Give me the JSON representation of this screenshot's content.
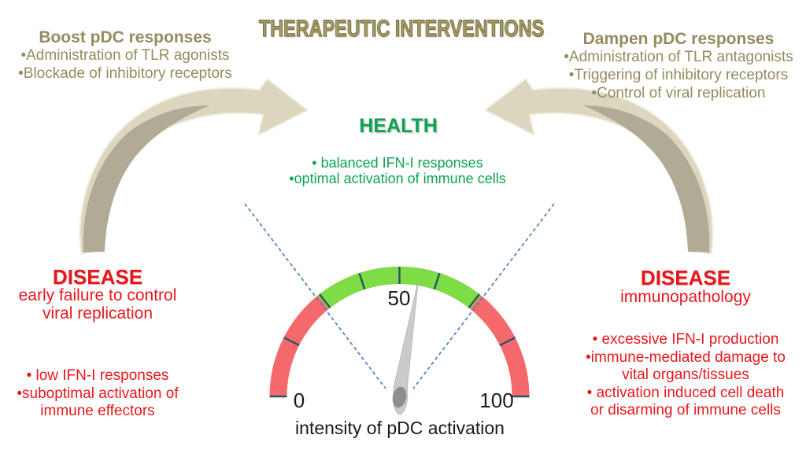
{
  "title": "THERAPEUTIC INTERVENTIONS",
  "boost": {
    "heading": "Boost pDC responses",
    "lines": [
      "•Administration of TLR agonists",
      "•Blockade of inhibitory receptors"
    ]
  },
  "dampen": {
    "heading": "Dampen pDC responses",
    "lines": [
      "•Administration of TLR antagonists",
      "•Triggering of inhibitory receptors",
      "•Control of viral replication"
    ]
  },
  "health": {
    "heading": "HEALTH",
    "lines": [
      "• balanced IFN-I responses",
      "•optimal activation of immune cells"
    ]
  },
  "disease_left": {
    "heading": "DISEASE",
    "subheading_lines": [
      "early failure to control",
      "viral replication"
    ],
    "lines": [
      "• low IFN-I responses",
      "•suboptimal activation of",
      "immune effectors"
    ]
  },
  "disease_right": {
    "heading": "DISEASE",
    "subheading_lines": [
      "immunopathology"
    ],
    "lines": [
      "• excessive IFN-I production",
      "•immune-mediated damage to",
      "vital organs/tissues",
      "• activation induced cell death",
      "or disarming of immune cells"
    ]
  },
  "gauge": {
    "type": "gauge",
    "min_label": "0",
    "mid_label": "50",
    "max_label": "100",
    "axis_label": "intensity of pDC activation",
    "range": [
      0,
      100
    ],
    "green_zone": [
      28,
      72
    ],
    "needle_value": 55
  },
  "colors": {
    "olive_text": "#948b5e",
    "title_fill": "#a59c68",
    "title_outline": "#6e6839",
    "green_text": "#0ca351",
    "red_text": "#e8171b",
    "label_black": "#1a1a1a",
    "arrow_beige": "#dcd6bf",
    "arrow_shadow": "#b1ab96",
    "arrow_outline": "#f1efe3",
    "gauge_red": "#f5696b",
    "gauge_green": "#7edd45",
    "tick_color": "#2b5464",
    "needle_gray": "#cbcbcb",
    "hub_gray": "#8d8d8d",
    "dashed_blue": "#4f81bd"
  }
}
